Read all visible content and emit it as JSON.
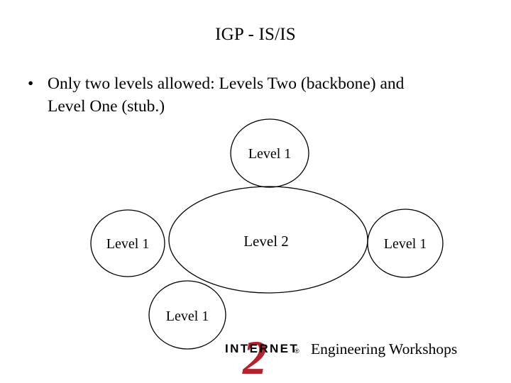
{
  "slide": {
    "title": "IGP - IS/IS",
    "background_color": "#ffffff",
    "text_color": "#000000"
  },
  "body": {
    "bullet_marker": "•",
    "bullets": [
      {
        "line1": "Only two levels allowed: Levels Two (backbone) and",
        "line2": "Level One (stub.)"
      }
    ]
  },
  "diagram": {
    "stroke_color": "#000000",
    "fill_color": "none",
    "nodes": [
      {
        "id": "level1-top",
        "label": "Level 1"
      },
      {
        "id": "level1-left",
        "label": "Level 1"
      },
      {
        "id": "level2-center",
        "label": "Level 2"
      },
      {
        "id": "level1-right",
        "label": "Level 1"
      },
      {
        "id": "level1-bottom",
        "label": "Level 1"
      }
    ]
  },
  "footer": {
    "logo_wordmark": "INTERNET",
    "logo_numeral": "2",
    "logo_registered": "®",
    "logo_red": "#B5212F",
    "logo_black": "#000000",
    "caption": "Engineering Workshops"
  }
}
